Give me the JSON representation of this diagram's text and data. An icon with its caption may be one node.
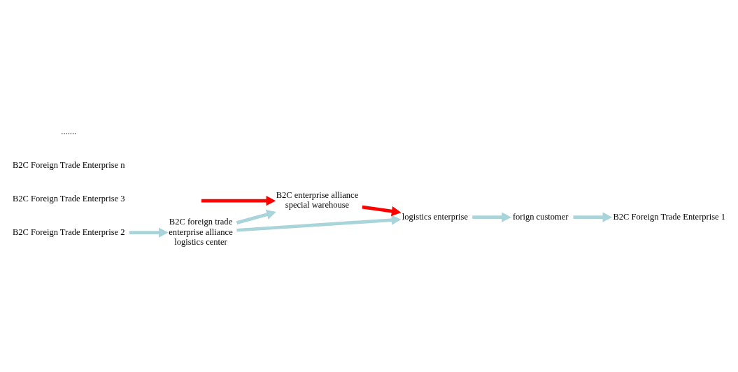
{
  "diagram": {
    "nodes": [
      {
        "text": [
          "B2C Foreign Trade Enterprise 1"
        ]
      },
      {
        "text": [
          "B2C Foreign Trade Enterprise 2"
        ]
      },
      {
        "text": [
          "B2C Foreign Trade Enterprise 3"
        ]
      },
      {
        "text": [
          "B2C Foreign Trade Enterprise n"
        ]
      },
      {
        "text": [
          "B2C foreign trade enterprise alliance logistics center"
        ]
      },
      {
        "text": [
          "forign customer"
        ]
      },
      {
        "text": [
          "B2C enterprise alliance special warehouse"
        ]
      },
      {
        "text": [
          "logistics enterprise"
        ]
      }
    ],
    "edges": [
      {
        "from": 1,
        "to": 4,
        "arrow": "to"
      },
      {
        "from": 4,
        "to": 6,
        "arrow": "to"
      },
      {
        "from": 4,
        "to": 7,
        "arrow": "to"
      },
      {
        "from": null,
        "to": 6,
        "arrow": "to",
        "color": "#ff0000"
      },
      {
        "from": 6,
        "to": 7,
        "arrow": "to",
        "color": "#ff0000"
      },
      {
        "from": 7,
        "to": 5,
        "arrow": "to"
      },
      {
        "from": 5,
        "to": 0,
        "arrow": "to"
      }
    ],
    "labels": [
      "......."
    ]
  }
}
